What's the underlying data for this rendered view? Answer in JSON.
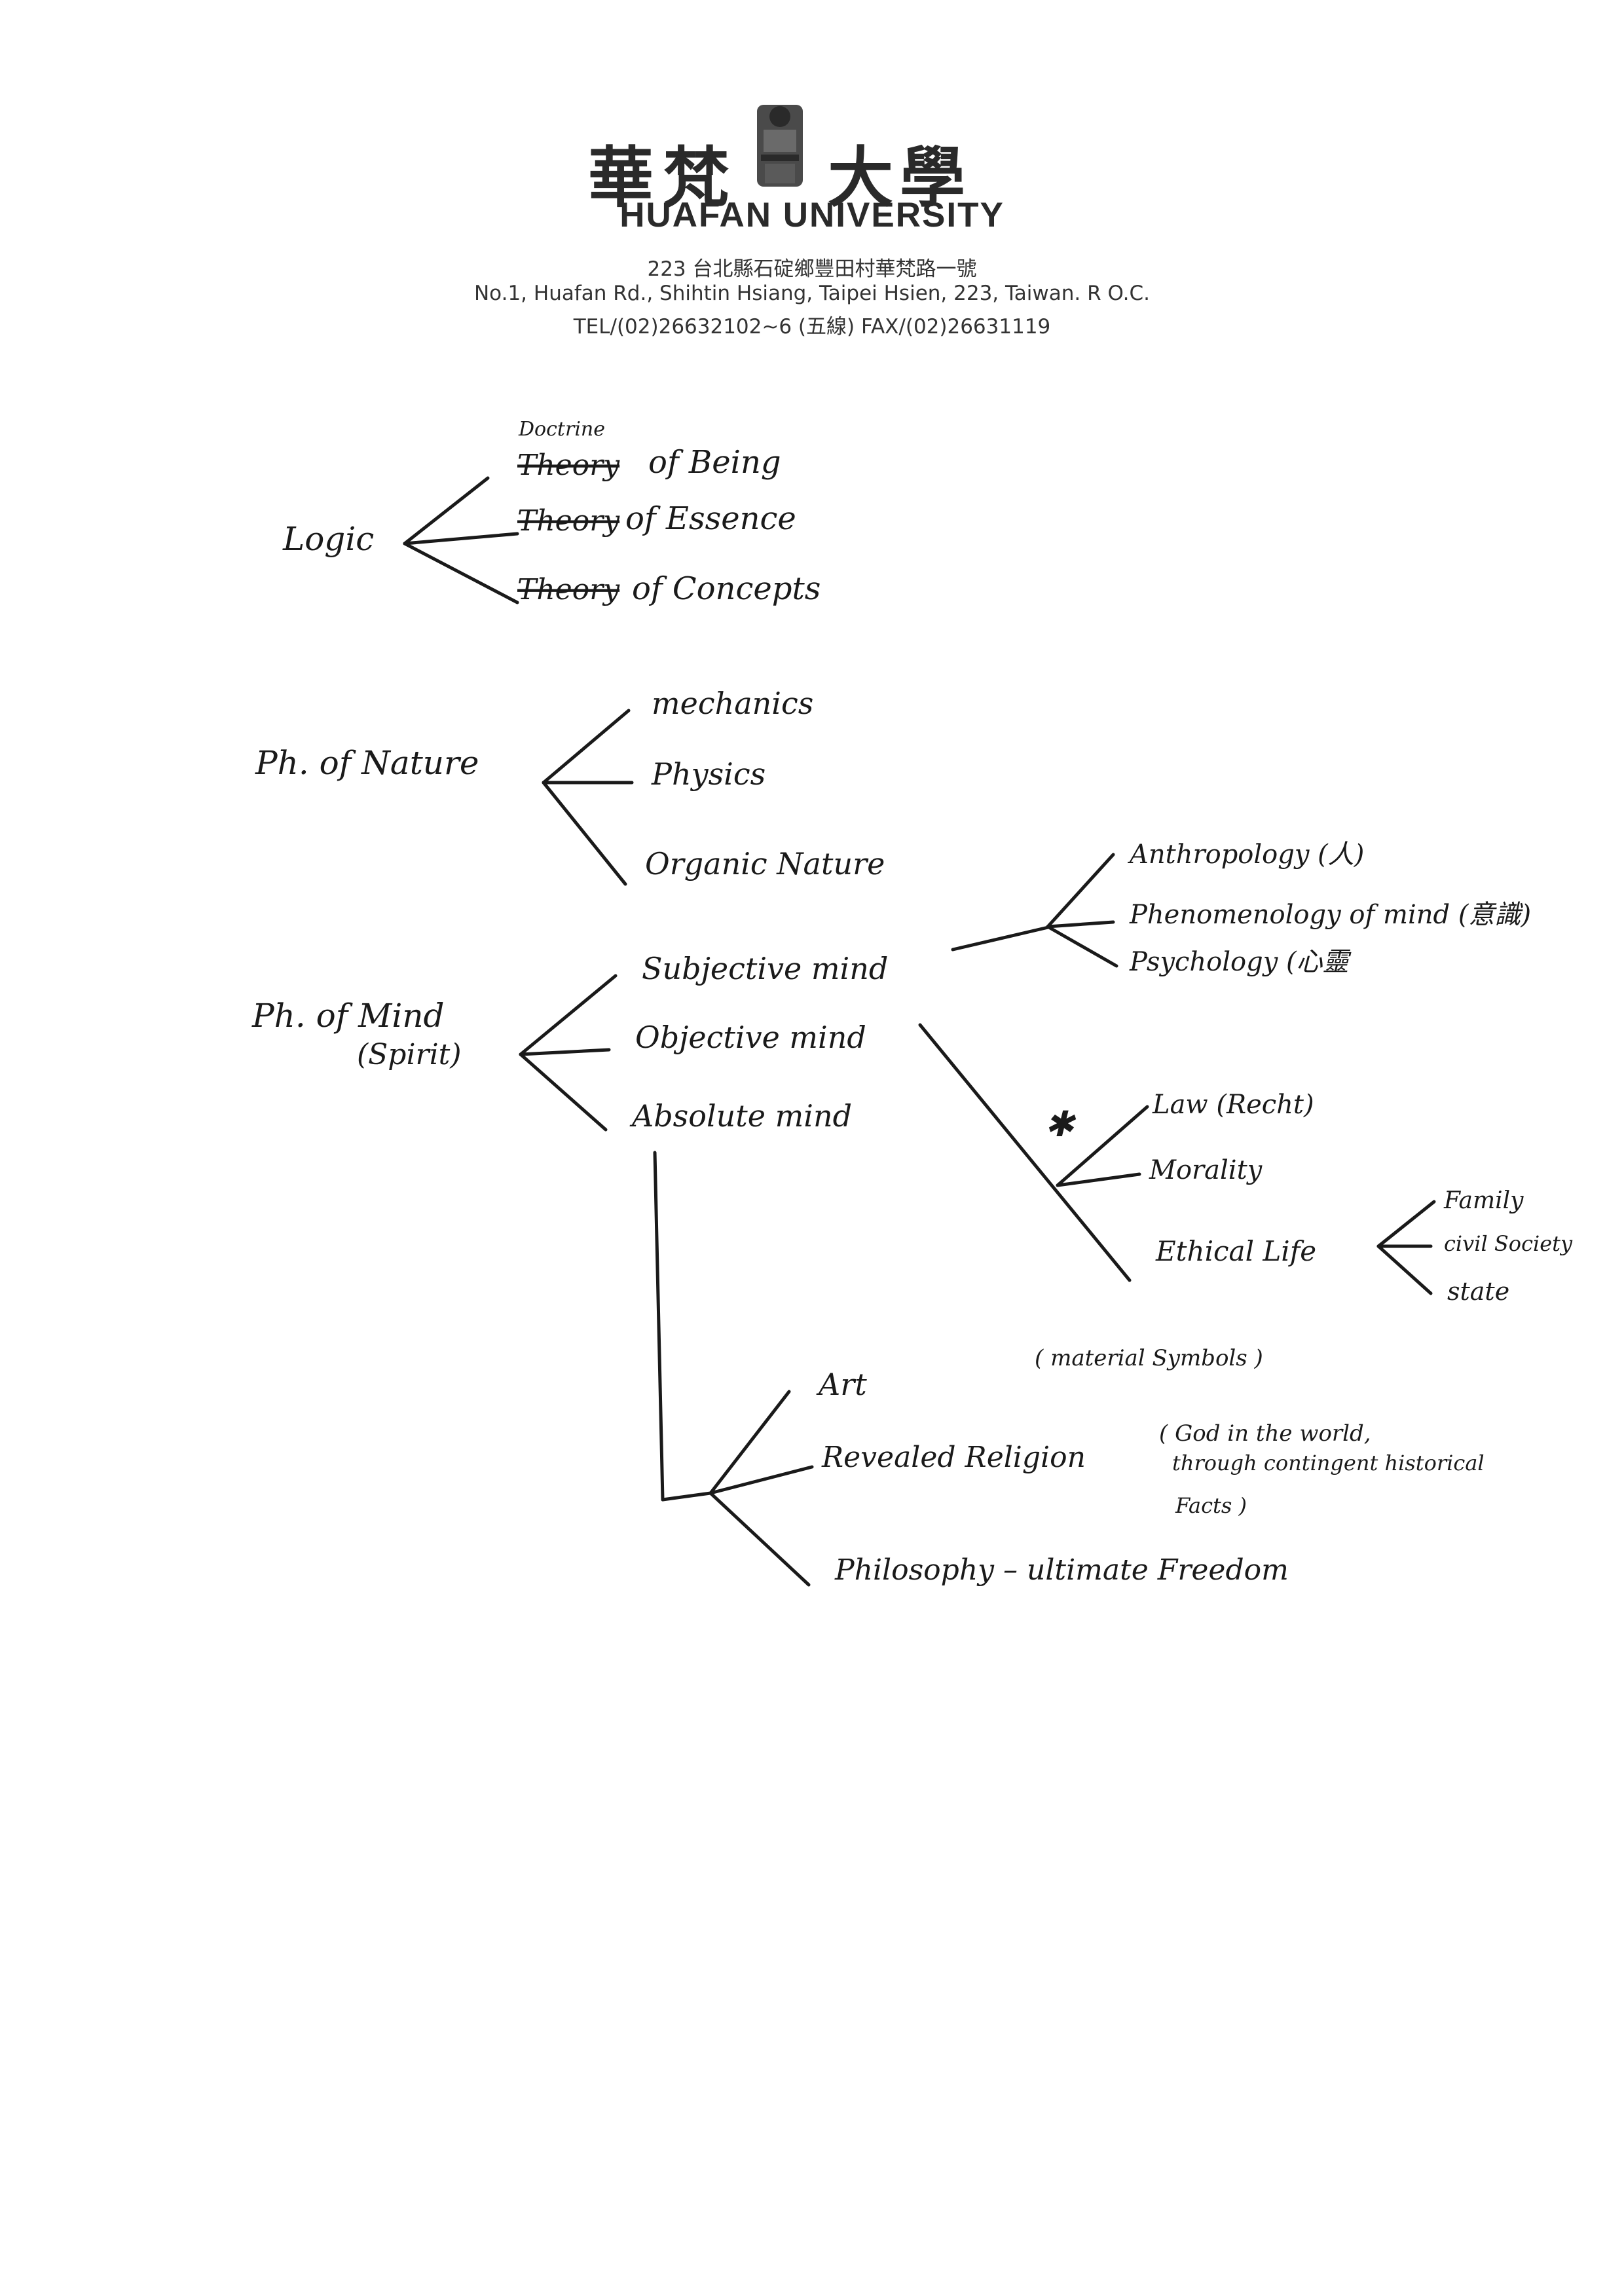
{
  "letterhead": {
    "chinese_chars": [
      "華",
      "梵",
      "大",
      "學"
    ],
    "english_name": "HUAFAN UNIVERSITY",
    "address_cn": "223 台北縣石碇鄉豐田村華梵路一號",
    "address_en": "No.1, Huafan Rd., Shihtin Hsiang, Taipei Hsien, 223, Taiwan. R O.C.",
    "contact": "TEL/(02)26632102~6 (五線)    FAX/(02)26631119"
  },
  "tree": {
    "logic": {
      "label": "Logic",
      "insert": "Doctrine",
      "struck": [
        "Theory",
        "Theory",
        "Theory"
      ],
      "children": [
        "of Being",
        "of Essence",
        "of Concepts"
      ]
    },
    "nature": {
      "label": "Ph. of Nature",
      "children": [
        "mechanics",
        "Physics",
        "Organic Nature"
      ]
    },
    "mind": {
      "label": "Ph. of Mind",
      "sublabel": "(Spirit)",
      "children": [
        "Subjective mind",
        "Objective mind",
        "Absolute mind"
      ],
      "subjective": [
        "Anthropology (人)",
        "Phenomenology of mind (意識)",
        "Psychology (心靈"
      ],
      "objective_mark": "✱",
      "objective": [
        "Law (Recht)",
        "Morality",
        "Ethical Life"
      ],
      "ethical": [
        "Family",
        "civil Society",
        "state"
      ],
      "absolute": [
        "Art",
        "Revealed Religion",
        "Philosophy – ultimate Freedom"
      ],
      "art_note": "( material Symbols )",
      "religion_note_1": "( God in the world,",
      "religion_note_2": "through contingent historical",
      "religion_note_3": "Facts )"
    }
  }
}
